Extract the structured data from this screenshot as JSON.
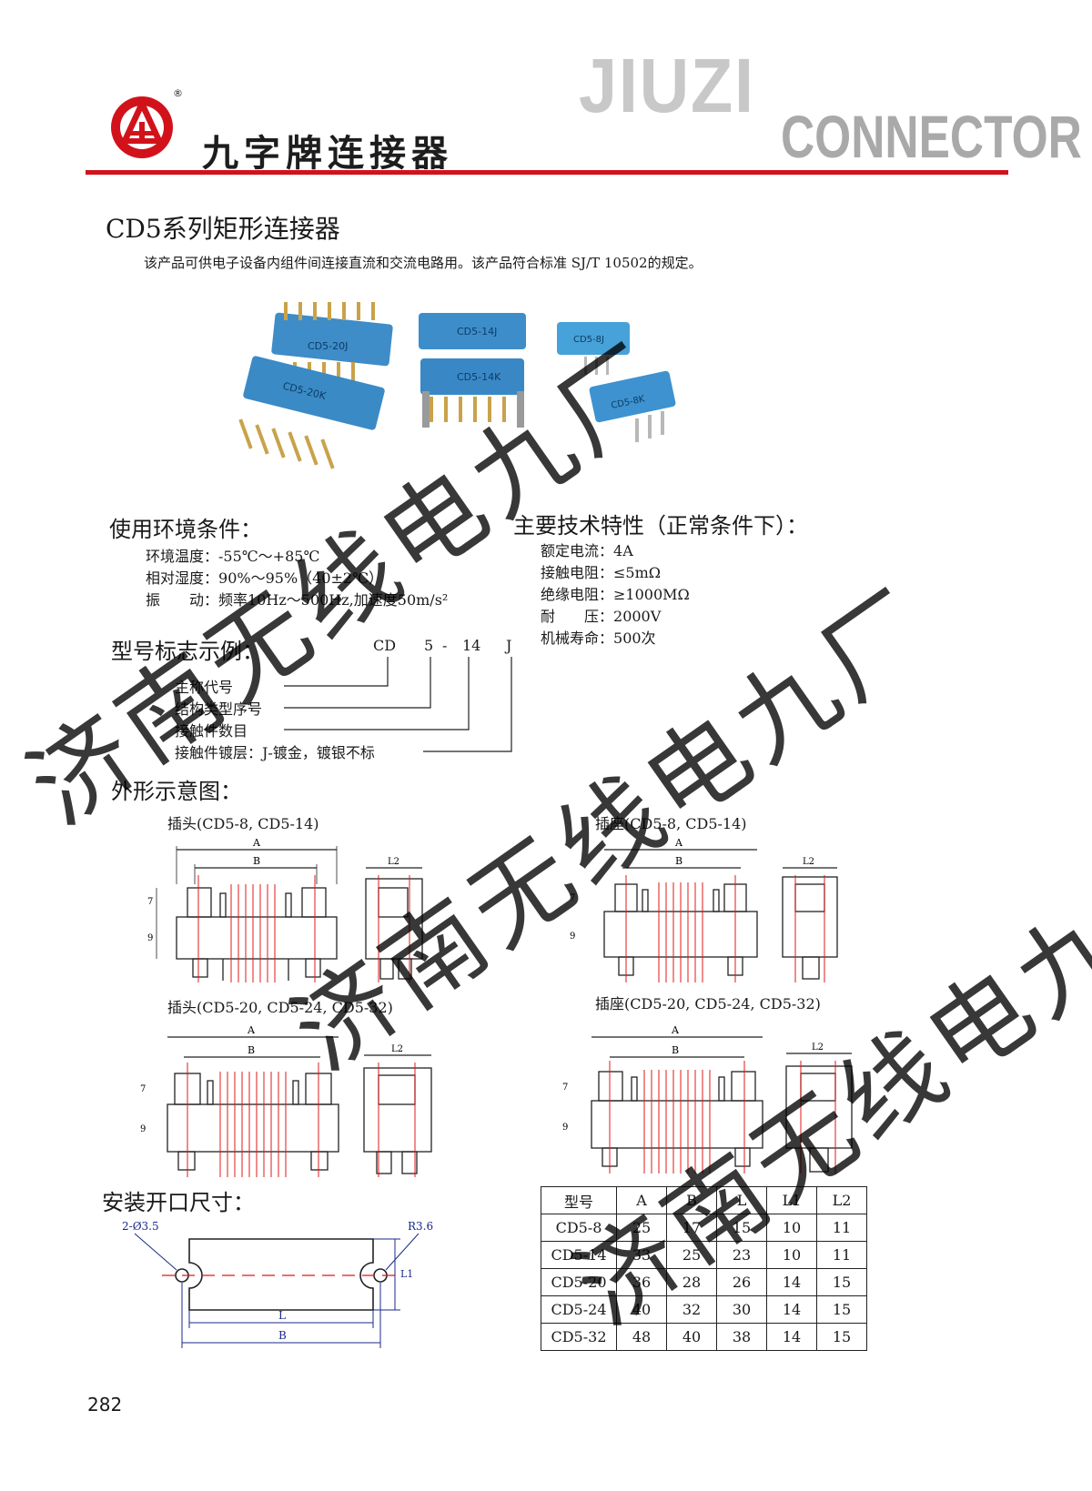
{
  "header": {
    "brand_cn": "九字牌连接器",
    "brand_en_top": "JIUZI",
    "brand_en_bottom": "CONNECTOR",
    "registered": "®"
  },
  "product": {
    "title": "CD5系列矩形连接器",
    "description": "该产品可供电子设备内组件间连接直流和交流电路用。该产品符合标准 SJ/T 10502的规定。",
    "photo_labels": [
      "CD5-20J",
      "CD5-14J",
      "CD5-14K",
      "CD5-8J",
      "CD5-20K",
      "CD5-8K"
    ]
  },
  "environment": {
    "heading": "使用环境条件：",
    "items": [
      {
        "label": "环境温度：",
        "value": "-55℃～+85℃"
      },
      {
        "label": "相对湿度：",
        "value": "90%～95%（40±2℃）"
      },
      {
        "label": "振　　动：",
        "value": "频率10Hz～500Hz,加速度50m/s²"
      }
    ]
  },
  "specs": {
    "heading": "主要技术特性（正常条件下）：",
    "items": [
      {
        "label": "额定电流：",
        "value": "4A"
      },
      {
        "label": "接触电阻：",
        "value": "≤5mΩ"
      },
      {
        "label": "绝缘电阻：",
        "value": "≥1000MΩ"
      },
      {
        "label": "耐　　压：",
        "value": "2000V"
      },
      {
        "label": "机械寿命：",
        "value": "500次"
      }
    ]
  },
  "model_code": {
    "heading": "型号标志示例：",
    "code_parts": [
      "CD",
      "5",
      "-",
      "14",
      "J"
    ],
    "explanations": [
      "主称代号",
      "结构类型序号",
      "接触件数目",
      "接触件镀层：J-镀金，镀银不标"
    ]
  },
  "outline": {
    "heading": "外形示意图：",
    "captions": [
      "插头(CD5-8, CD5-14)",
      "插座(CD5-8, CD5-14)",
      "插头(CD5-20, CD5-24, CD5-32)",
      "插座(CD5-20, CD5-24, CD5-32)"
    ],
    "dim_labels": {
      "a": "A",
      "b": "B",
      "l2": "L2",
      "h1": "7",
      "h2": "9"
    }
  },
  "mounting": {
    "heading": "安装开口尺寸：",
    "hole_label": "2-Ø3.5",
    "radius_label": "R3.6",
    "dims": {
      "l": "L",
      "b": "B",
      "l1": "L1"
    }
  },
  "dimension_table": {
    "headers": [
      "型号",
      "A",
      "B",
      "L",
      "L1",
      "L2"
    ],
    "rows": [
      [
        "CD5-8",
        "25",
        "17",
        "15",
        "10",
        "11"
      ],
      [
        "CD5-14",
        "33",
        "25",
        "23",
        "10",
        "11"
      ],
      [
        "CD5-20",
        "36",
        "28",
        "26",
        "14",
        "15"
      ],
      [
        "CD5-24",
        "40",
        "32",
        "30",
        "14",
        "15"
      ],
      [
        "CD5-32",
        "48",
        "40",
        "38",
        "14",
        "15"
      ]
    ]
  },
  "watermark": {
    "text": "济南无线电九厂"
  },
  "page_number": "282"
}
